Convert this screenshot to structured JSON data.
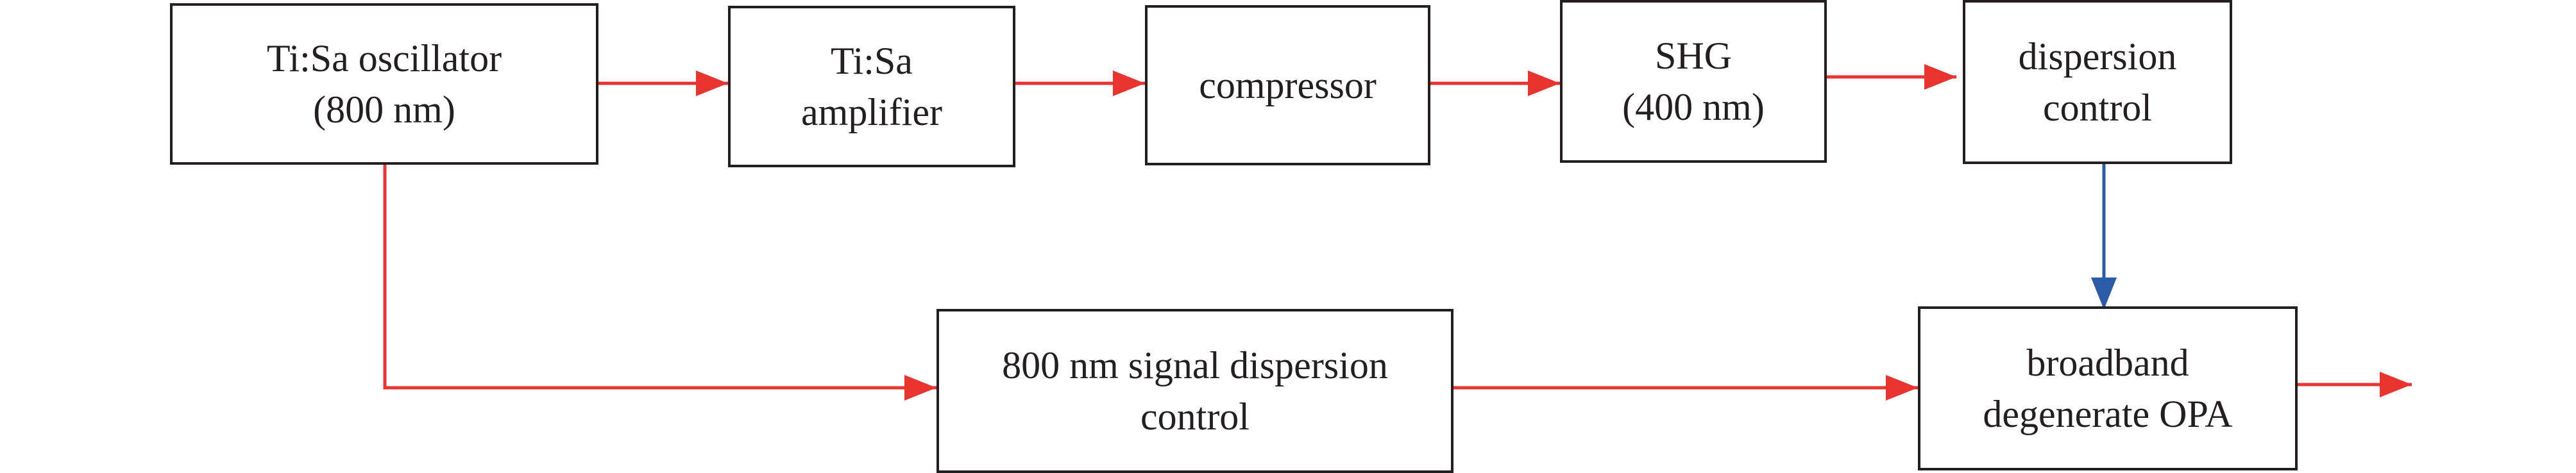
{
  "diagram": {
    "nodes": {
      "oscillator": {
        "lines": [
          "Ti:Sa oscillator",
          "(800 nm)"
        ]
      },
      "amplifier": {
        "lines": [
          "Ti:Sa",
          "amplifier"
        ]
      },
      "compressor": {
        "lines": [
          "compressor"
        ]
      },
      "shg": {
        "lines": [
          "SHG",
          "(400 nm)"
        ]
      },
      "dispersion_control": {
        "lines": [
          "dispersion",
          "control"
        ]
      },
      "signal_dispersion": {
        "lines": [
          "800 nm signal dispersion",
          "control"
        ]
      },
      "opa": {
        "lines": [
          "broadband",
          "degenerate OPA"
        ]
      }
    },
    "colors": {
      "box_border": "#231f20",
      "text": "#231f20",
      "red_arrow": "#e8332f",
      "blue_arrow": "#2c5ba8",
      "background": "#ffffff"
    }
  }
}
